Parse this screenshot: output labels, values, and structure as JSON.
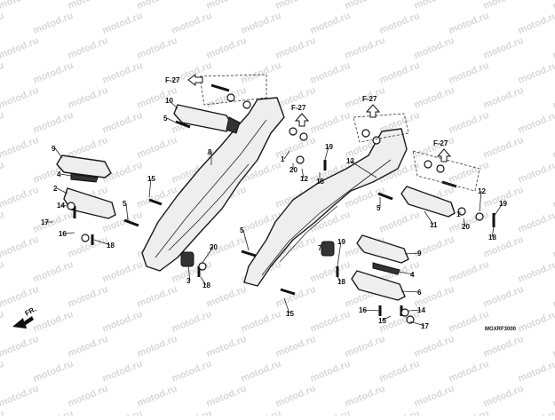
{
  "watermark": "motod.ru",
  "diagram_code": "MGXRF3000",
  "front_marker": "FR.",
  "ref_arrows": [
    {
      "id": "ra1",
      "label": "F-27"
    },
    {
      "id": "ra2",
      "label": "F-27"
    },
    {
      "id": "ra3",
      "label": "F-27"
    },
    {
      "id": "ra4",
      "label": "F-27"
    }
  ],
  "callouts": [
    "1",
    "2",
    "3",
    "4",
    "5",
    "6",
    "7",
    "8",
    "9",
    "10",
    "11",
    "12",
    "13",
    "14",
    "15",
    "16",
    "17",
    "18",
    "19",
    "20"
  ]
}
